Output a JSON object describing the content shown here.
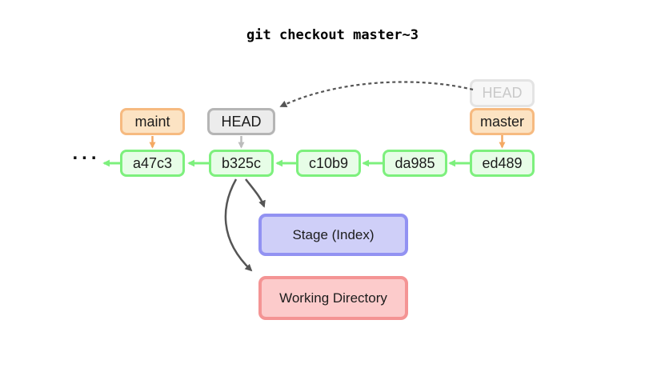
{
  "title": "git checkout master~3",
  "diagram": {
    "ellipsis": "...",
    "commits": [
      "a47c3",
      "b325c",
      "c10b9",
      "da985",
      "ed489"
    ],
    "refs": {
      "maint": {
        "label": "maint"
      },
      "head": {
        "label": "HEAD"
      },
      "master": {
        "label": "master"
      },
      "head_previous": {
        "label": "HEAD"
      }
    },
    "areas": {
      "stage": {
        "label": "Stage (Index)"
      },
      "working_directory": {
        "label": "Working Directory"
      }
    }
  },
  "colors": {
    "commit_border": "#7df07d",
    "commit_fill": "#e7fde7",
    "commit_arrow": "#7df07d",
    "branch_border": "#f6ba80",
    "branch_fill": "#fce3c3",
    "branch_arrow": "#f4a963",
    "head_border": "#b5b5b5",
    "head_fill": "#ececec",
    "head_arrow": "#bcbcbc",
    "head_prev_border": "#e4e4e4",
    "head_prev_fill": "#f7f7f7",
    "head_prev_text": "#c9c9c9",
    "stage_border": "#9292f2",
    "stage_fill": "#cfcff8",
    "working_dir_border": "#f49494",
    "working_dir_fill": "#fccbcb",
    "dark_arrow": "#555555",
    "text": "#1c1c1c"
  }
}
